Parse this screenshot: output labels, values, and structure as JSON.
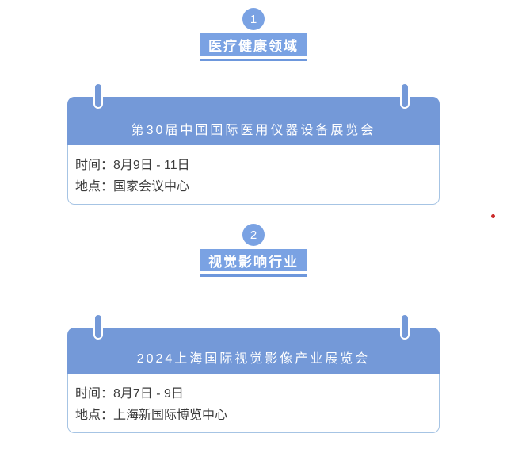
{
  "colors": {
    "badge-blue": "#7aa2e3",
    "header-blue": "#7499d8",
    "underline-blue": "#6d97dc",
    "card-border-blue": "#a6c4e4",
    "text-dark": "#3b3b3b",
    "red-dot": "#cb2a2a"
  },
  "sections": [
    {
      "number": "1",
      "category": "医疗健康领域",
      "event": {
        "title": "第30届中国国际医用仪器设备展览会",
        "time_label": "时间：",
        "time_value": "8月9日 - 11日",
        "location_label": "地点：",
        "location_value": "国家会议中心"
      }
    },
    {
      "number": "2",
      "category": "视觉影响行业",
      "event": {
        "title": "2024上海国际视觉影像产业展览会",
        "time_label": "时间：",
        "time_value": "8月7日 - 9日",
        "location_label": "地点：",
        "location_value": "上海新国际博览中心"
      }
    }
  ]
}
